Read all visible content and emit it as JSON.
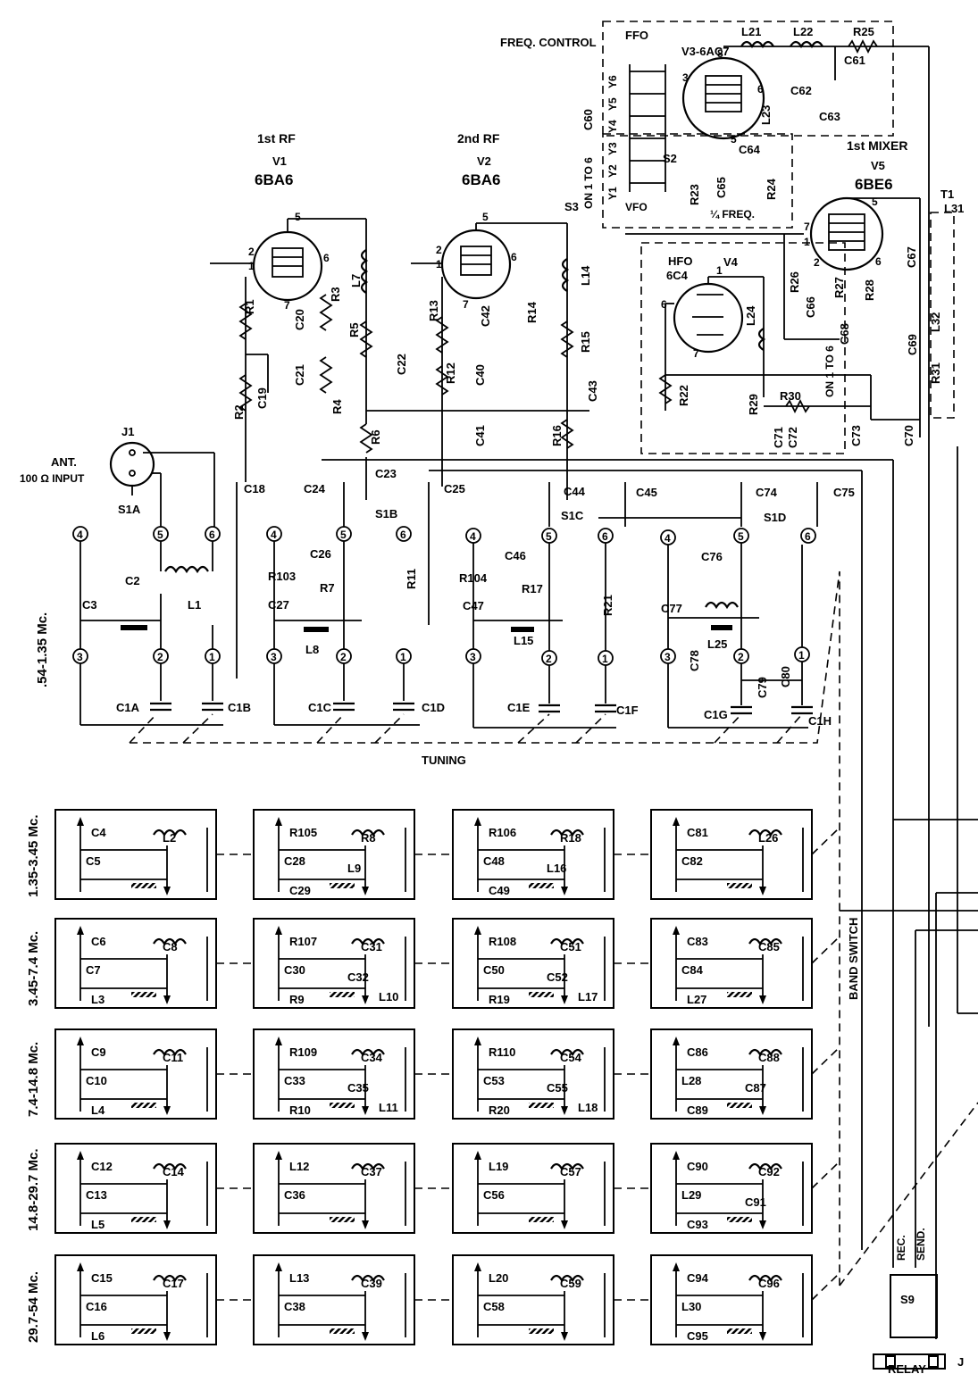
{
  "stages": {
    "v1": {
      "title": "1st RF",
      "tube": "V1",
      "type": "6BA6"
    },
    "v2": {
      "title": "2nd RF",
      "tube": "V2",
      "type": "6BA6"
    },
    "v3": {
      "tube": "V3-6AC7",
      "section": "FFO",
      "freq": "FREQ. CONTROL"
    },
    "v4": {
      "section": "HFO",
      "type": "6C4",
      "tube": "V4"
    },
    "v5": {
      "title": "1st MIXER",
      "tube": "V5",
      "type": "6BE6"
    }
  },
  "antenna": {
    "jack": "J1",
    "label": "ANT.",
    "input": "100 Ω INPUT",
    "switch": "S1A"
  },
  "switch_sections": {
    "s1b": "S1B",
    "s1c": "S1C",
    "s1d": "S1D",
    "s2": "S2",
    "s3": "S3",
    "s9": "S9"
  },
  "misc_labels": {
    "tuning": "TUNING",
    "band_switch": "BAND SWITCH",
    "relay": "RELAY",
    "relay_j": "J",
    "rec": "REC.",
    "send": "SEND.",
    "vfo": "VFO",
    "on_1_to_6": "ON 1 TO 6",
    "on_1_to_6_b": "ON 1 TO 6",
    "lf_freq": "¼ FREQ.",
    "t1": "T1"
  },
  "top_components": [
    "R1",
    "R2",
    "R3",
    "R4",
    "R5",
    "R6",
    "R7",
    "R11",
    "R12",
    "R13",
    "R14",
    "R15",
    "R16",
    "R17",
    "R21",
    "R22",
    "R23",
    "R24",
    "R25",
    "R26",
    "R27",
    "R28",
    "R29",
    "R30",
    "R31",
    "R103",
    "R104",
    "C2",
    "C3",
    "C18",
    "C19",
    "C20",
    "C21",
    "C22",
    "C23",
    "C24",
    "C25",
    "C26",
    "C27",
    "C40",
    "C41",
    "C42",
    "C43",
    "C44",
    "C45",
    "C46",
    "C47",
    "C60",
    "C61",
    "C62",
    "C63",
    "C64",
    "C65",
    "C66",
    "C67",
    "C68",
    "C69",
    "C70",
    "C71",
    "C72",
    "C73",
    "C74",
    "C75",
    "C76",
    "C77",
    "C78",
    "C79",
    "C80",
    "L1",
    "L7",
    "L8",
    "L14",
    "L15",
    "L21",
    "L22",
    "L23",
    "L24",
    "L25",
    "L31",
    "L32",
    "C1A",
    "C1B",
    "C1C",
    "C1D",
    "C1E",
    "C1F",
    "C1G",
    "C1H",
    "Y1",
    "Y2",
    "Y3",
    "Y4",
    "Y5",
    "Y6"
  ],
  "bands": [
    {
      "range": ".54-1.35 Mc.",
      "ant": [
        "C2",
        "C3",
        "L1"
      ],
      "rf1": [
        "C26",
        "C27",
        "R103",
        "R7",
        "L8"
      ],
      "rf2": [
        "C46",
        "C47",
        "R104",
        "R17",
        "L15"
      ],
      "osc": [
        "C76",
        "C77",
        "C78",
        "C79",
        "C80",
        "L25"
      ]
    },
    {
      "range": "1.35-3.45 Mc.",
      "ant": [
        "C4",
        "C5",
        "L2"
      ],
      "rf1": [
        "R105",
        "C28",
        "R8",
        "C29",
        "L9"
      ],
      "rf2": [
        "R106",
        "C48",
        "R18",
        "C49",
        "L16"
      ],
      "osc": [
        "C81",
        "C82",
        "L26"
      ]
    },
    {
      "range": "3.45-7.4 Mc.",
      "ant": [
        "C6",
        "C7",
        "C8",
        "L3"
      ],
      "rf1": [
        "R107",
        "C30",
        "C31",
        "R9",
        "C32",
        "L10"
      ],
      "rf2": [
        "R108",
        "C50",
        "C51",
        "R19",
        "C52",
        "L17"
      ],
      "osc": [
        "C83",
        "C84",
        "C85",
        "L27"
      ]
    },
    {
      "range": "7.4-14.8 Mc.",
      "ant": [
        "C9",
        "C10",
        "C11",
        "L4"
      ],
      "rf1": [
        "R109",
        "C33",
        "C34",
        "R10",
        "C35",
        "L11"
      ],
      "rf2": [
        "R110",
        "C53",
        "C54",
        "R20",
        "C55",
        "L18"
      ],
      "osc": [
        "C86",
        "L28",
        "C88",
        "C89",
        "C87"
      ]
    },
    {
      "range": "14.8-29.7 Mc.",
      "ant": [
        "C12",
        "C13",
        "C14",
        "L5"
      ],
      "rf1": [
        "L12",
        "C36",
        "C37"
      ],
      "rf2": [
        "L19",
        "C56",
        "C57"
      ],
      "osc": [
        "C90",
        "L29",
        "C92",
        "C93",
        "C91"
      ]
    },
    {
      "range": "29.7-54 Mc.",
      "ant": [
        "C15",
        "C16",
        "C17",
        "L6"
      ],
      "rf1": [
        "L13",
        "C38",
        "C39"
      ],
      "rf2": [
        "L20",
        "C58",
        "C59"
      ],
      "osc": [
        "C94",
        "L30",
        "C96",
        "C95"
      ]
    }
  ],
  "pins": {
    "ant": [
      "4",
      "5",
      "6",
      "3",
      "2",
      "1"
    ],
    "rf1": [
      "4",
      "5",
      "6",
      "3",
      "2",
      "1"
    ],
    "rf2": [
      "4",
      "5",
      "6",
      "3",
      "2",
      "1"
    ],
    "osc": [
      "4",
      "5",
      "6",
      "3",
      "2",
      "1"
    ]
  }
}
